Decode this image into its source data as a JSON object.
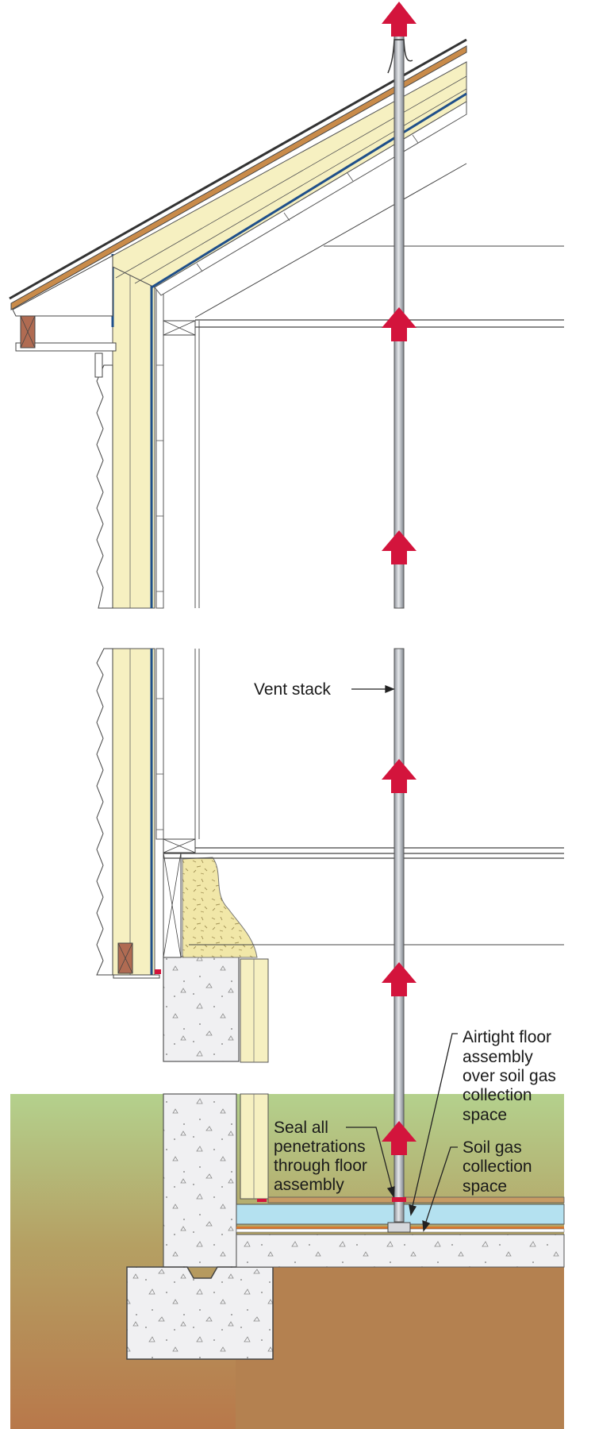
{
  "labels": {
    "vent_stack": "Vent stack",
    "airtight": [
      "Airtight floor",
      "assembly",
      "over soil gas",
      "collection",
      "space"
    ],
    "seal": [
      "Seal all",
      "penetrations",
      "through floor",
      "assembly"
    ],
    "soil_gas": [
      "Soil gas",
      "collection",
      "space"
    ]
  },
  "colors": {
    "arrow": "#d3143c",
    "insulation": "#f6f0c1",
    "air_barrier": "#1f4f8a",
    "roof_sheathing": "#c98b4a",
    "soil_gas_layer": "#b4e1f0",
    "concrete": "#f0f0f2",
    "soil": "#b98a55",
    "grass": "#b1cd89"
  },
  "icons": [
    "airflow-arrow-icon"
  ]
}
